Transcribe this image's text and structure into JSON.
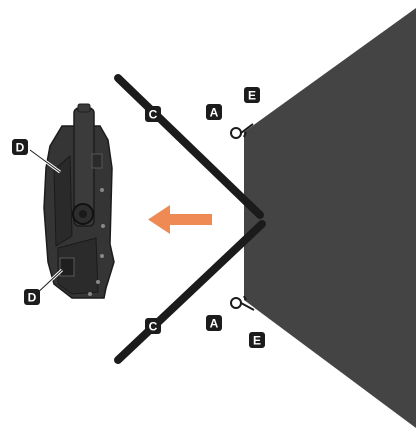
{
  "callouts": {
    "A_top": "A",
    "A_bottom": "A",
    "C_top": "C",
    "C_bottom": "C",
    "D_top": "D",
    "D_bottom": "D",
    "E_top": "E",
    "E_bottom": "E"
  },
  "colors": {
    "panel": "#444444",
    "bar": "#1b1b1b",
    "arrow": "#f08a55",
    "callout_bg": "#1c1c1c",
    "device_body": "#353535"
  }
}
